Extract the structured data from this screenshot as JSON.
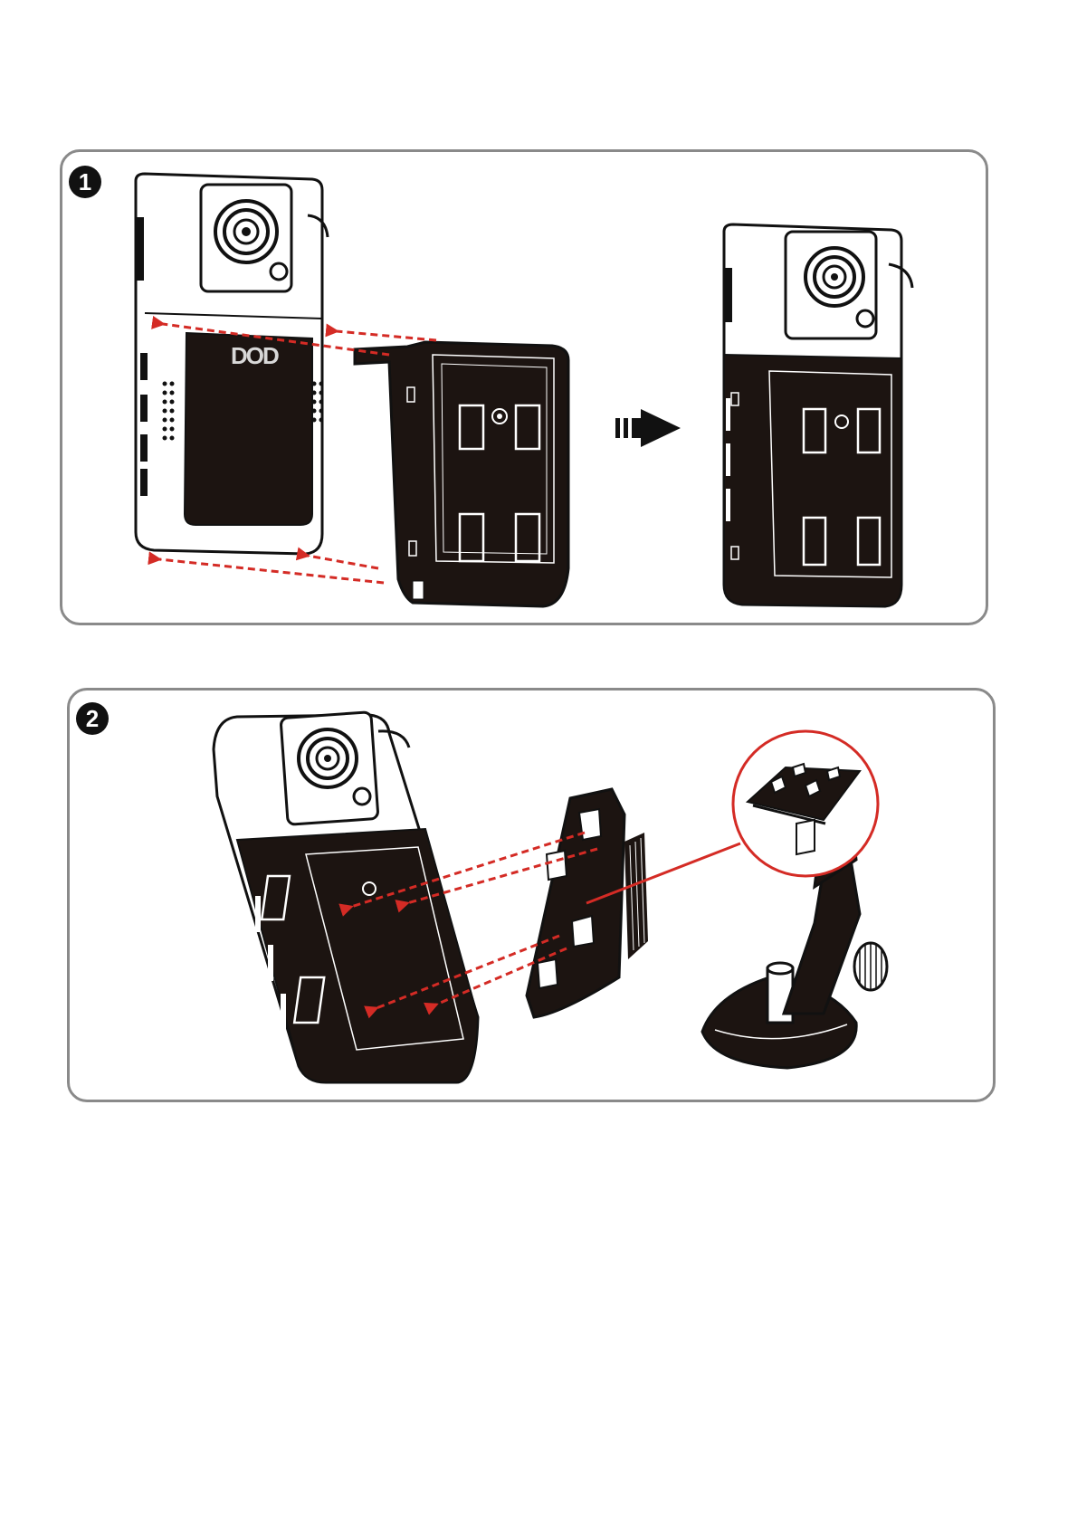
{
  "steps": [
    {
      "number": "1"
    },
    {
      "number": "2"
    }
  ],
  "camera": {
    "brand_logo": "DOD"
  },
  "colors": {
    "accent_red": "#d42b25",
    "body_black": "#1c1411",
    "panel_border": "#8a8a8a"
  }
}
